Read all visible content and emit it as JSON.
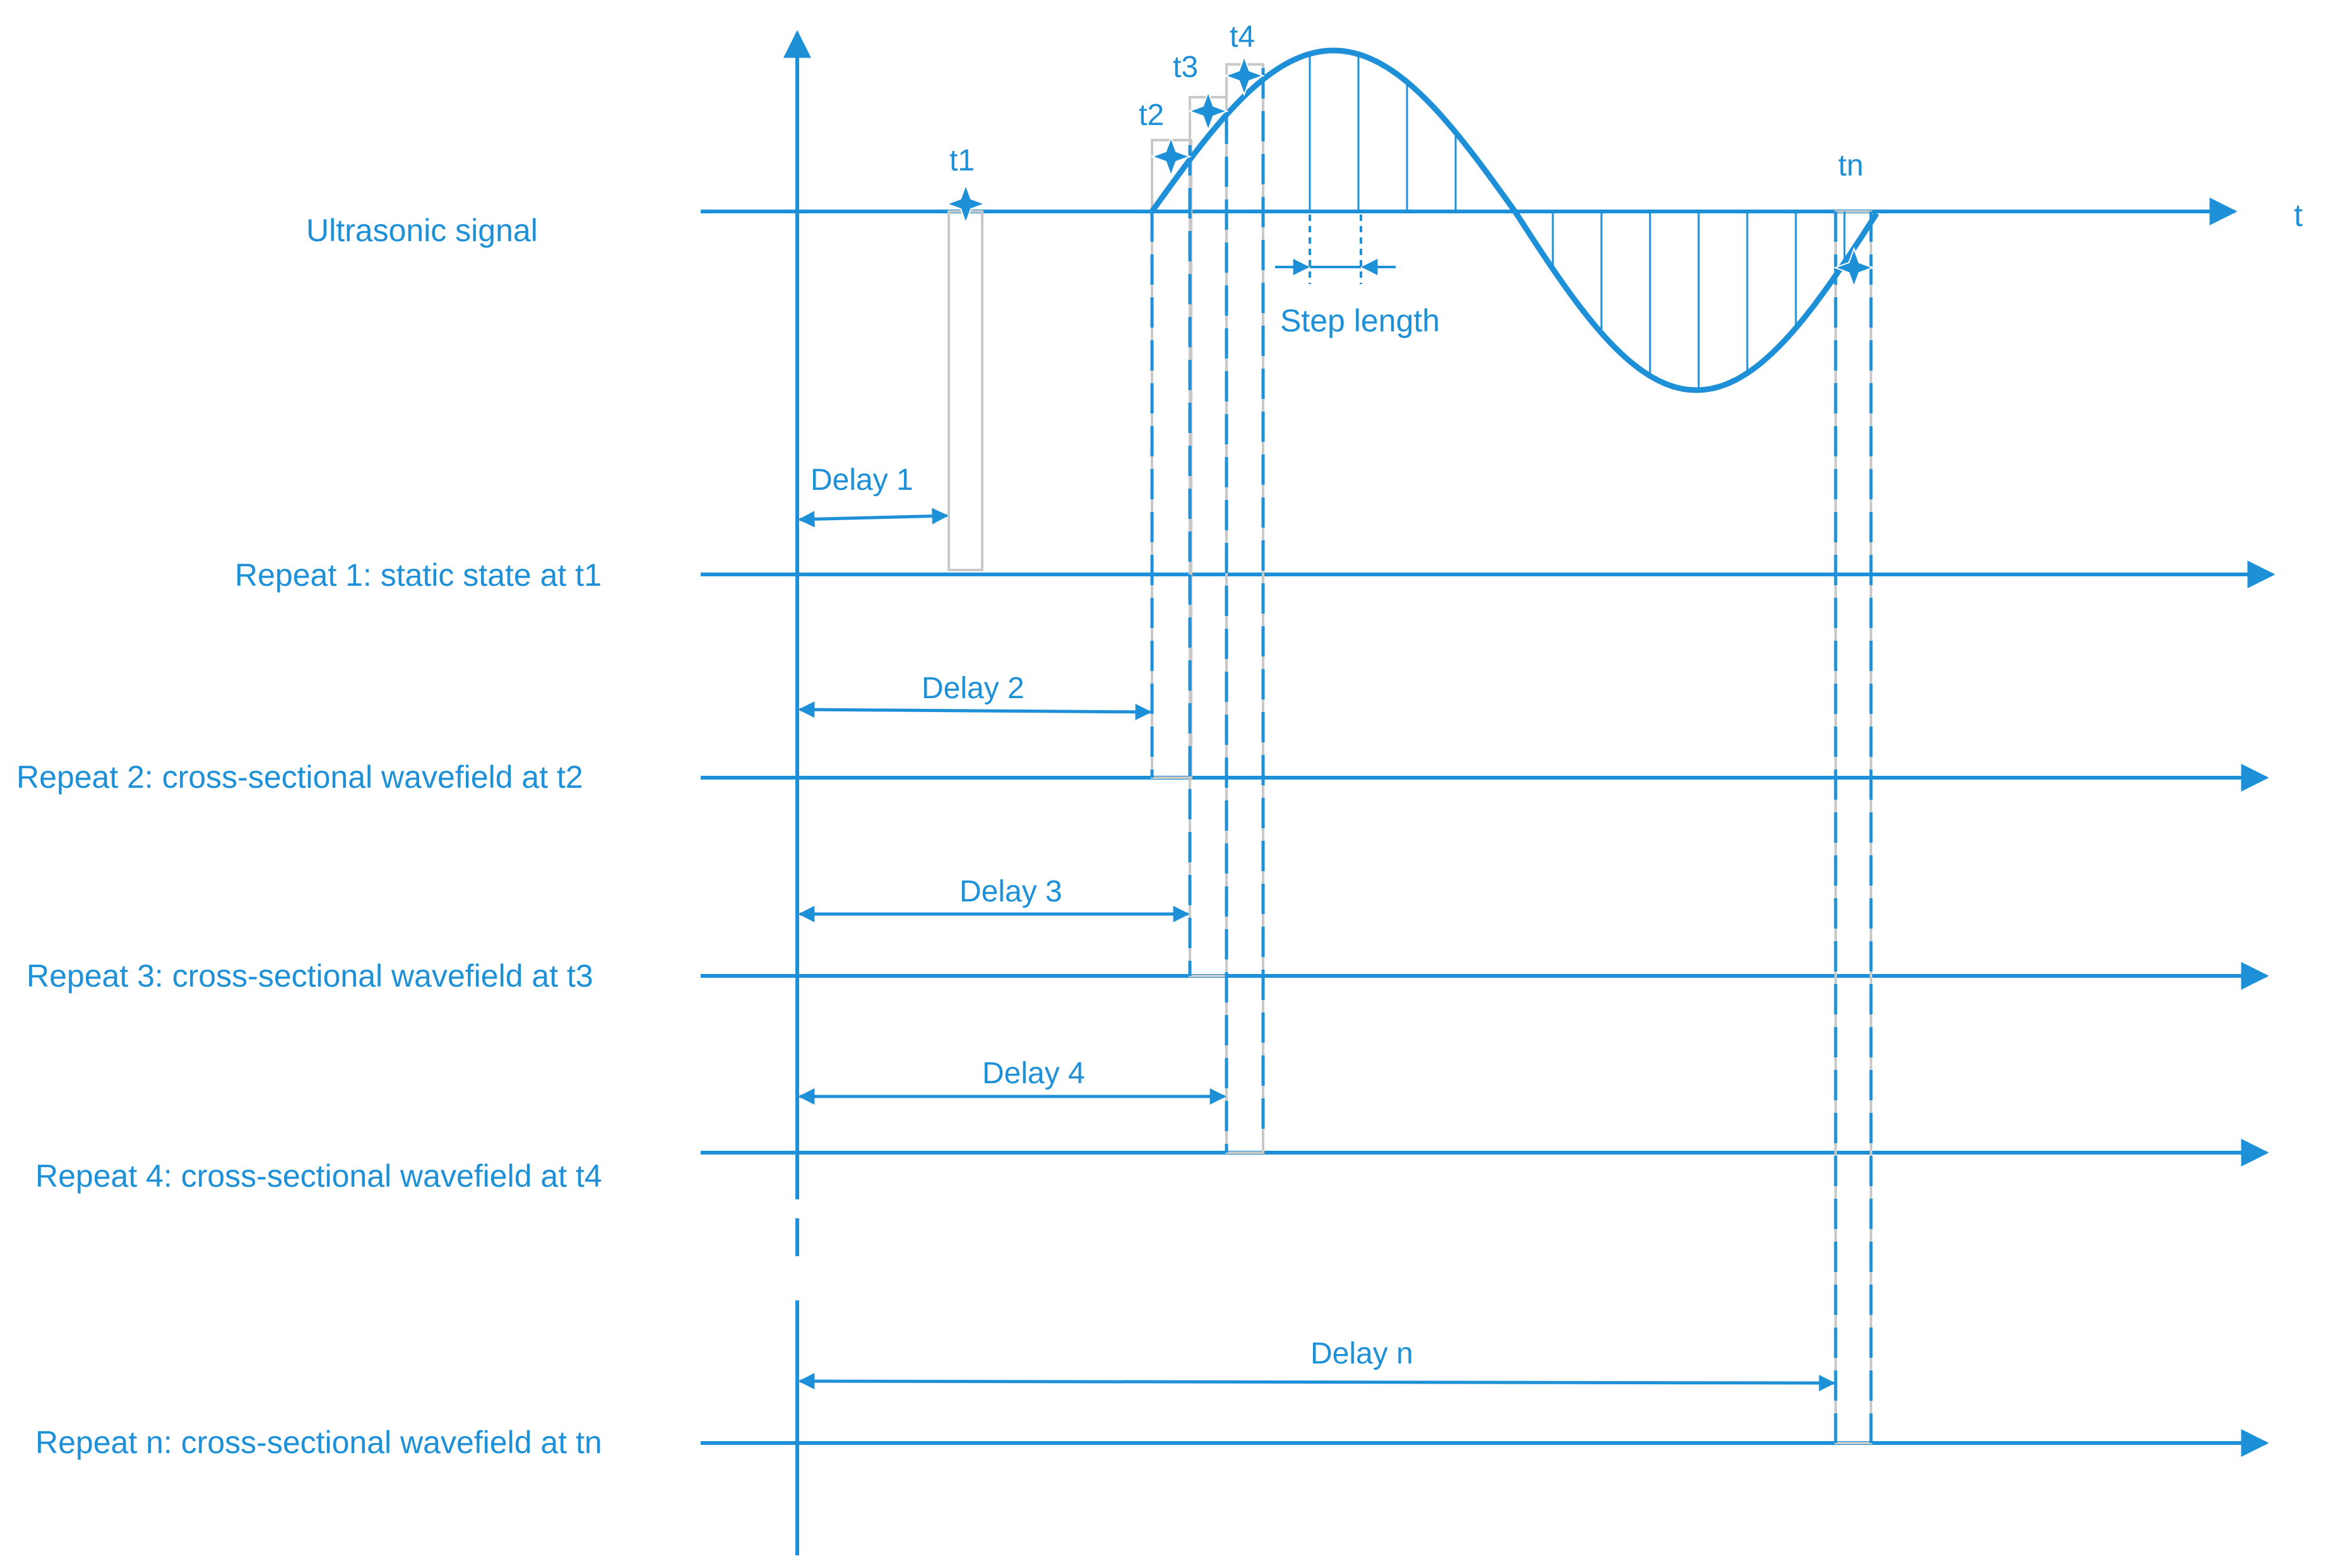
{
  "colors": {
    "primary": "#1e90d8",
    "window": "#c9c9c9",
    "background": "#ffffff",
    "star": "#1e90d8"
  },
  "labels": {
    "signal": "Ultrasonic signal",
    "time_axis": "t",
    "step_length": "Step length",
    "repeat1": "Repeat 1: static state at t1",
    "repeat2": "Repeat 2:  cross-sectional wavefield at t2",
    "repeat3": "Repeat 3:  cross-sectional wavefield at t3",
    "repeat4": "Repeat 4:  cross-sectional wavefield at t4",
    "repeatn": "Repeat n:  cross-sectional wavefield at tn"
  },
  "time_points": {
    "t1": "t1",
    "t2": "t2",
    "t3": "t3",
    "t4": "t4",
    "tn": "tn"
  },
  "delays": {
    "delay1": "Delay 1",
    "delay2": "Delay 2",
    "delay3": "Delay 3",
    "delay4": "Delay 4",
    "delayn": "Delay n"
  },
  "icons": {
    "sample_marker": "four-point-star-icon"
  }
}
